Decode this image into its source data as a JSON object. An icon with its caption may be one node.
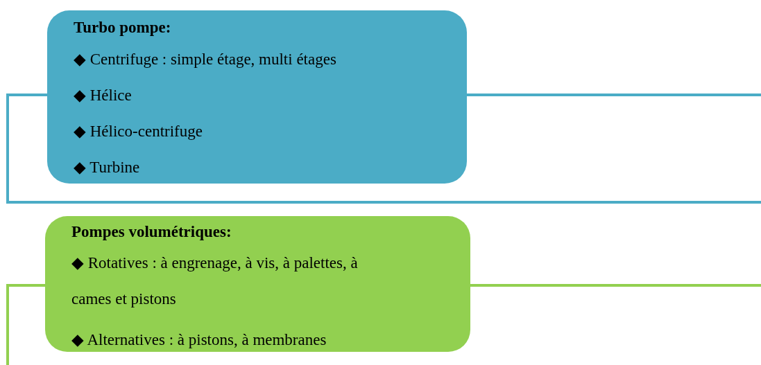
{
  "diagram": {
    "nodes": [
      {
        "text": [
          "Turbo pompe:",
          "◆ Centrifuge : simple étage, multi étages",
          "◆ Hélice",
          "◆ Hélico-centrifuge",
          "◆ Turbine"
        ]
      },
      {
        "text": [
          "Pompes volumétriques:",
          "◆ Rotatives : à engrenage, à vis, à palettes, à cames et pistons",
          "◆ Alternatives : à pistons, à membranes"
        ]
      }
    ]
  }
}
